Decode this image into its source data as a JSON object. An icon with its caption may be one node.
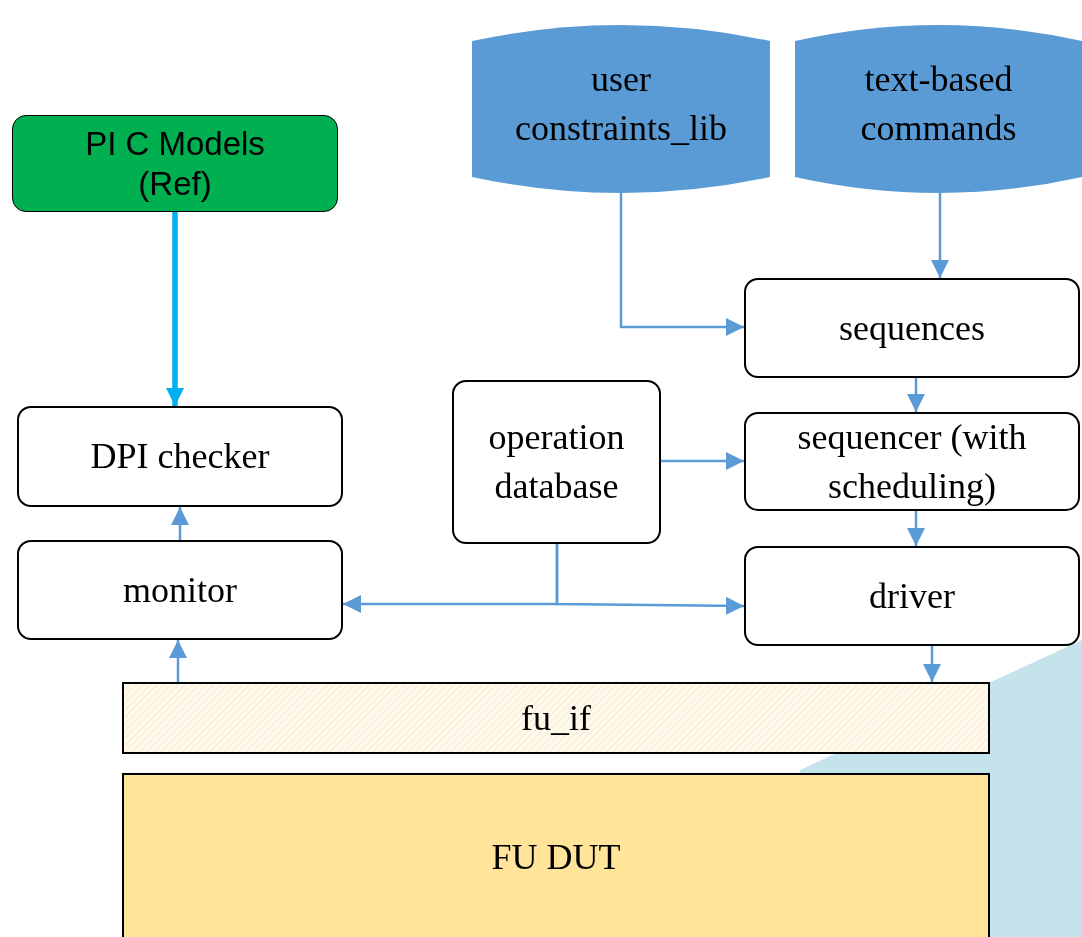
{
  "diagram": {
    "nodes": [
      {
        "text": [
          "PI C Models (Ref)"
        ]
      },
      {
        "text": [
          "user constraints_lib"
        ]
      },
      {
        "text": [
          "text-based commands"
        ]
      },
      {
        "text": [
          "sequences"
        ]
      },
      {
        "text": [
          "DPI checker"
        ]
      },
      {
        "text": [
          "operation database"
        ]
      },
      {
        "text": [
          "sequencer (with scheduling)"
        ]
      },
      {
        "text": [
          "monitor"
        ]
      },
      {
        "text": [
          "driver"
        ]
      },
      {
        "text": [
          "fu_if"
        ]
      },
      {
        "text": [
          "FU DUT"
        ]
      }
    ],
    "edges": [
      {
        "from": 0,
        "to": 4,
        "arrow": "to",
        "style": "thick",
        "color": "#00b0f0"
      },
      {
        "from": 1,
        "to": 3,
        "arrow": "to"
      },
      {
        "from": 2,
        "to": 3,
        "arrow": "to"
      },
      {
        "from": 3,
        "to": 6,
        "arrow": "to"
      },
      {
        "from": 5,
        "to": 6,
        "arrow": "to"
      },
      {
        "from": 5,
        "to": 7,
        "arrow": "to"
      },
      {
        "from": 5,
        "to": 8,
        "arrow": "to"
      },
      {
        "from": 6,
        "to": 8,
        "arrow": "to"
      },
      {
        "from": 7,
        "to": 4,
        "arrow": "to"
      },
      {
        "from": 9,
        "to": 7,
        "arrow": "to"
      },
      {
        "from": 8,
        "to": 9,
        "arrow": "to"
      }
    ]
  }
}
